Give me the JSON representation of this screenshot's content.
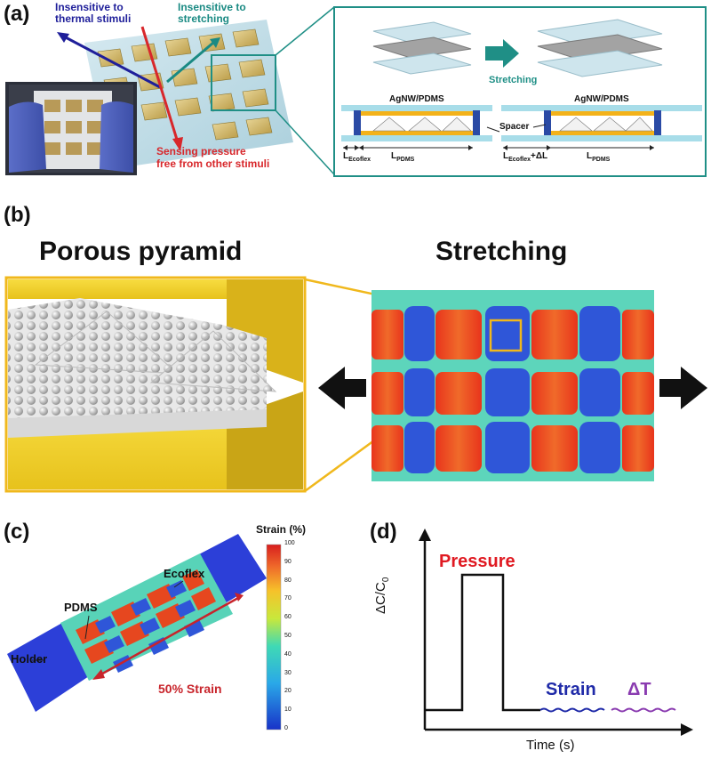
{
  "panel_a": {
    "letter": "(a)",
    "label_thermal_line1": "Insensitive to",
    "label_thermal_line2": "thermal stimuli",
    "label_stretch_line1": "Insensitive to",
    "label_stretch_line2": "stretching",
    "label_pressure_line1": "Sensing pressure",
    "label_pressure_line2": "free from other stimuli",
    "inset": {
      "stretching_label": "Stretching",
      "agnw_left": "AgNW/PDMS",
      "agnw_right": "AgNW/PDMS",
      "spacer": "Spacer",
      "l_ecoflex": "L",
      "l_ecoflex_sub": "Ecoflex",
      "l_pdms": "L",
      "l_pdms_sub": "PDMS",
      "l_ecoflex2": "L",
      "l_ecoflex2_sub": "Ecoflex",
      "delta_l": "+ΔL",
      "l_pdms2": "L",
      "l_pdms2_sub": "PDMS"
    }
  },
  "panel_b": {
    "letter": "(b)",
    "title_left": "Porous pyramid",
    "title_right": "Stretching"
  },
  "panel_c": {
    "letter": "(c)",
    "colorbar_title": "Strain (%)",
    "colorbar_ticks": [
      "100",
      "90",
      "80",
      "70",
      "60",
      "50",
      "40",
      "30",
      "20",
      "10",
      "0"
    ],
    "label_holder": "Holder",
    "label_pdms": "PDMS",
    "label_ecoflex": "Ecoflex",
    "label_strain": "50% Strain"
  },
  "panel_d": {
    "letter": "(d)",
    "ylabel": "ΔC/C",
    "ylabel_sub": "0",
    "xlabel": "Time (s)",
    "pressure_label": "Pressure",
    "strain_label": "Strain",
    "delta_t_label": "ΔT"
  },
  "colors": {
    "pressure_red": "#e01a22",
    "strain_blue": "#1f2aa8",
    "delta_t_purple": "#8a3bb0",
    "thermal_arrow": "#1f1f9a",
    "stretch_arrow": "#1a8a83",
    "teal": "#1f8f86",
    "gold": "#f3d12f"
  }
}
